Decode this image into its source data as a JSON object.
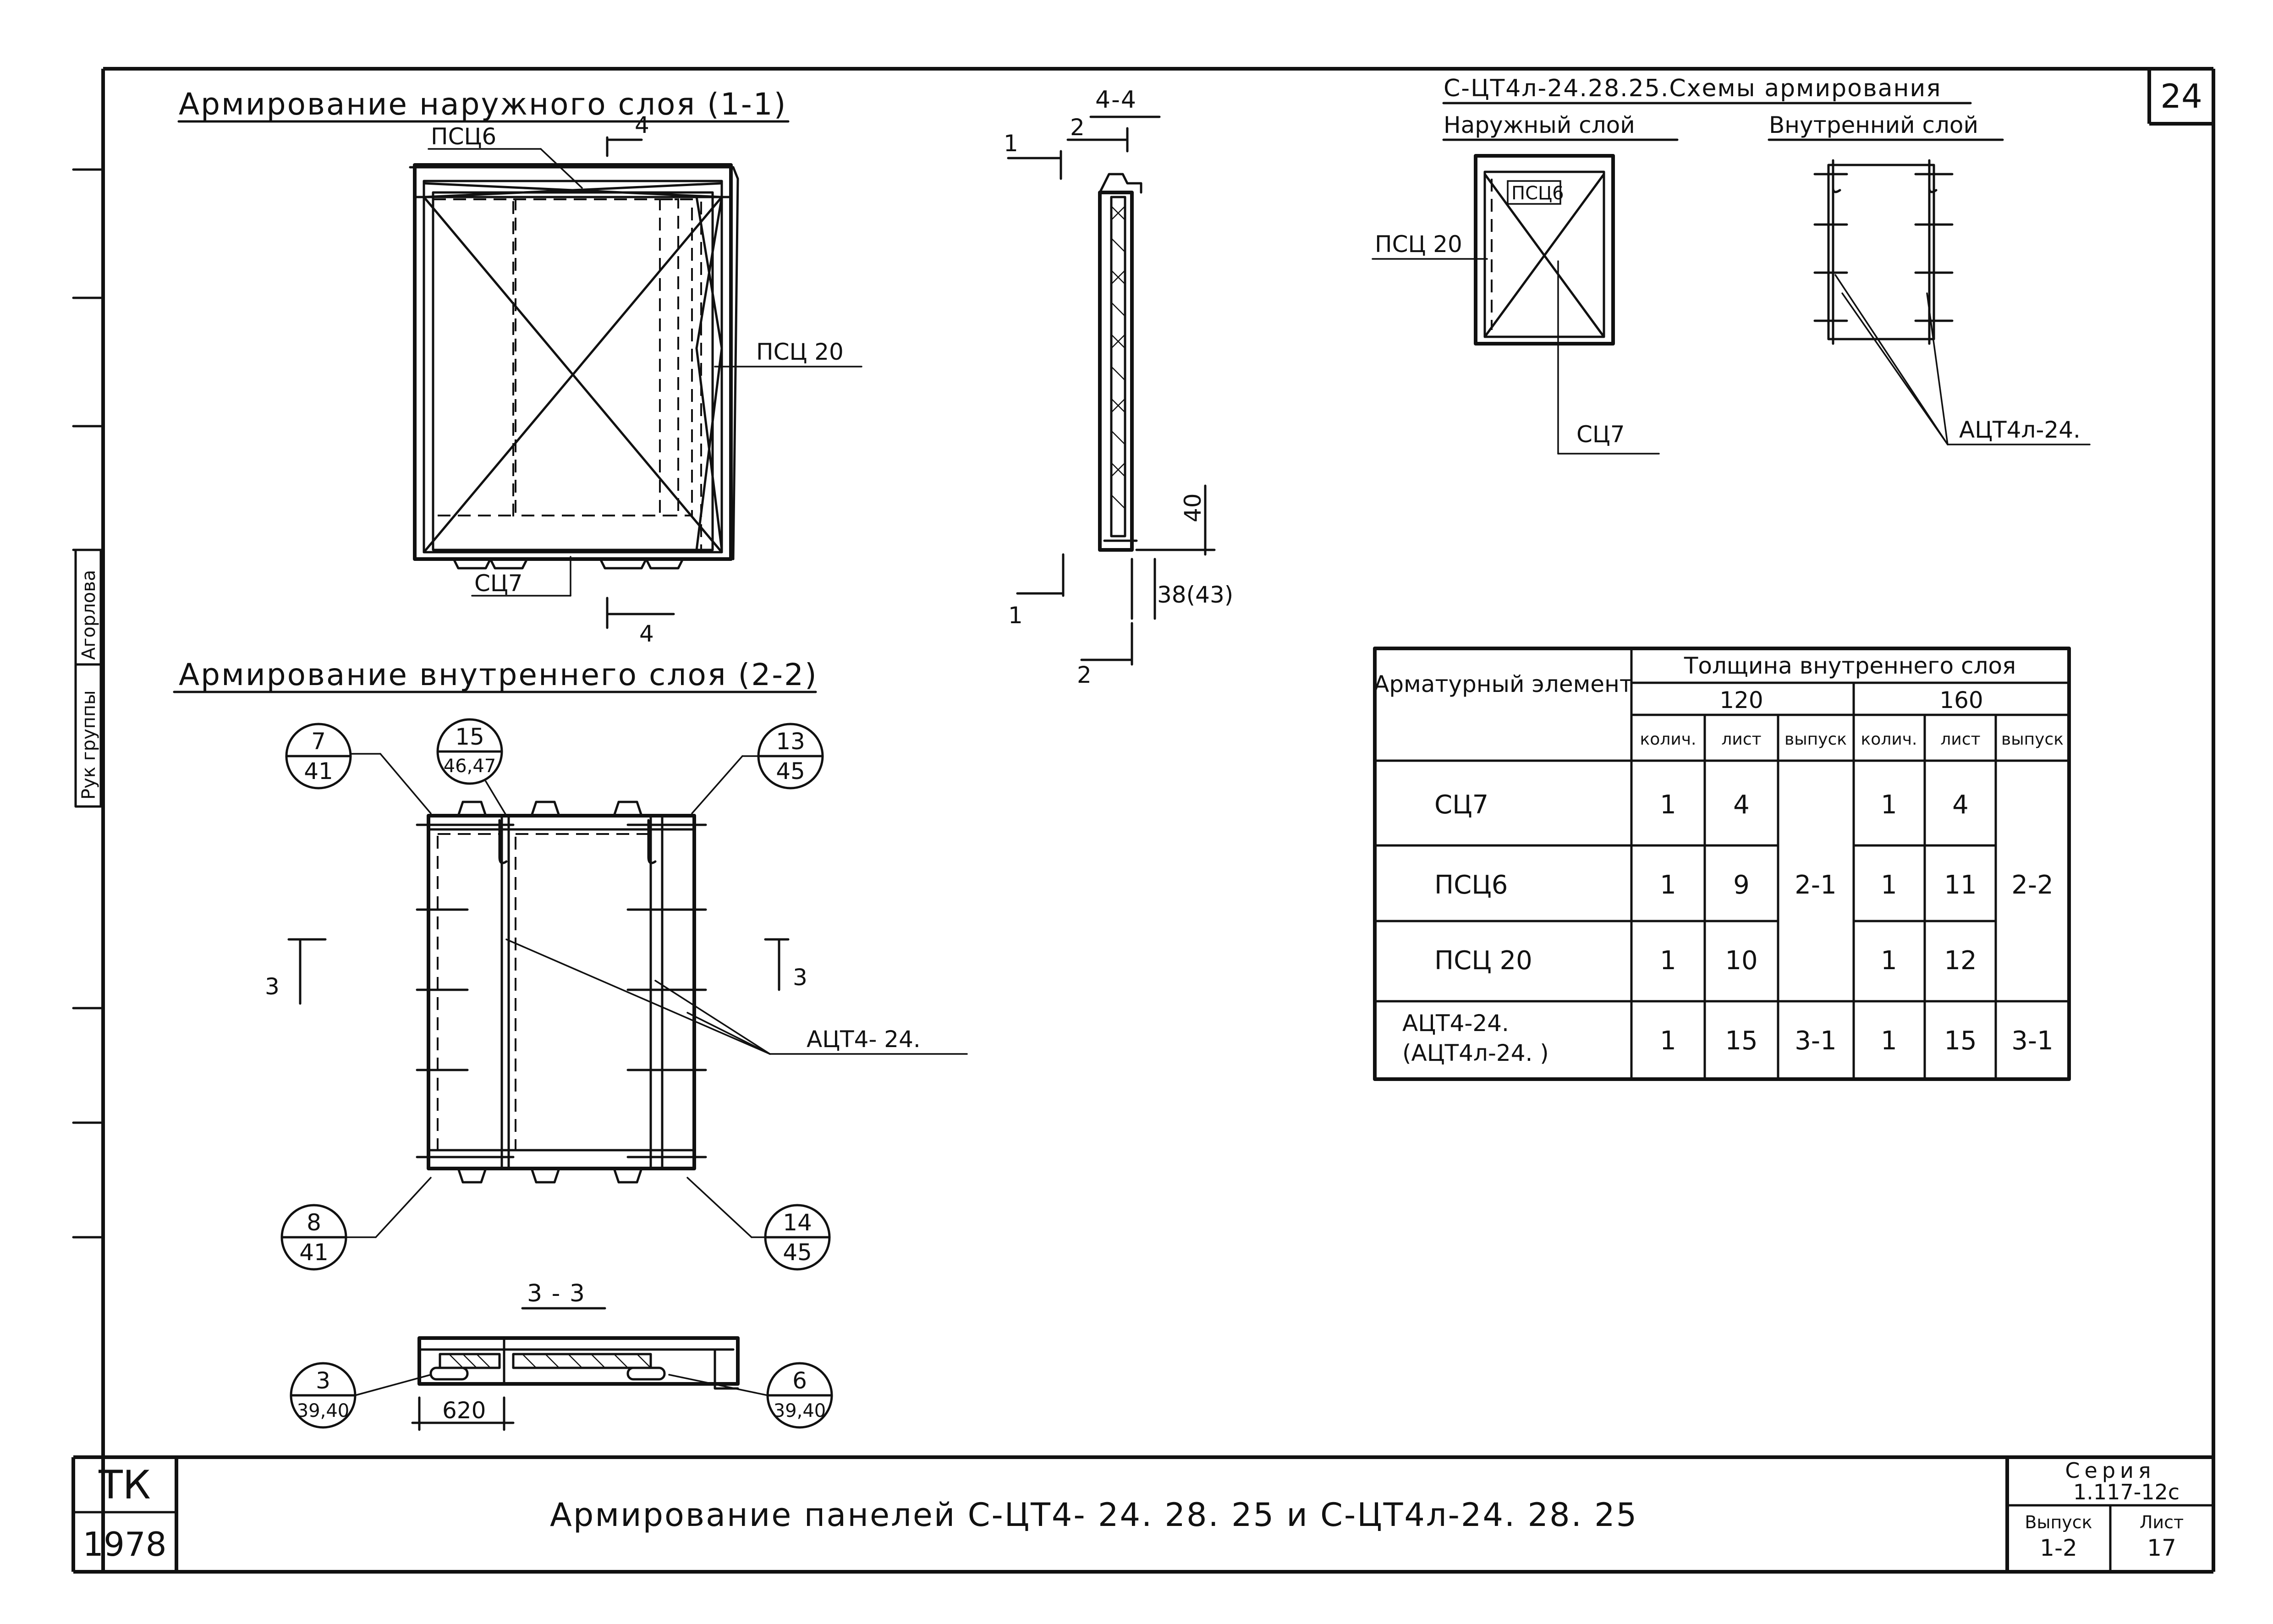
{
  "sheet_number": "24",
  "outer_layer": {
    "title": "Армирование наружного слоя (1-1)",
    "labels": {
      "top_mesh": "ПСЦ6",
      "side_mesh": "ПСЦ 20",
      "bottom_frame": "СЦ7",
      "section_top": "4",
      "section_bottom": "4"
    }
  },
  "inner_layer": {
    "title": "Армирование внутреннего слоя (2-2)",
    "callouts": [
      {
        "top": "7",
        "bottom": "41"
      },
      {
        "top": "15",
        "bottom": "46,47"
      },
      {
        "top": "13",
        "bottom": "45"
      },
      {
        "top": "8",
        "bottom": "41"
      },
      {
        "top": "14",
        "bottom": "45"
      }
    ],
    "frame_label": "АЦТ4- 24.",
    "section_left": "3",
    "section_right": "3"
  },
  "section_44": {
    "title": "4-4",
    "marks": {
      "top_left": "1",
      "top_right": "2",
      "bottom_left": "1",
      "bottom_right": "2"
    },
    "dim_40": "40",
    "dim_thickness": "38(43)"
  },
  "section_33": {
    "title": "3 - 3",
    "callouts": [
      {
        "top": "3",
        "bottom": "39,40"
      },
      {
        "top": "6",
        "bottom": "39,40"
      }
    ],
    "dim": "620"
  },
  "schemes": {
    "title": "С-ЦТ4л-24.28.25.Схемы армирования",
    "outer_label": "Наружный слой",
    "inner_label": "Внутренний слой",
    "outer_tags": {
      "mesh_top": "ПСЦ6",
      "mesh_side": "ПСЦ 20",
      "frame": "СЦ7"
    },
    "inner_tag": "АЦТ4л-24."
  },
  "table": {
    "col_element": "Арматурный элемент",
    "col_group": "Толщина внутреннего слоя",
    "thickness_a": "120",
    "thickness_b": "160",
    "sub_qty": "колич.",
    "sub_sheet": "лист",
    "sub_issue": "выпуск",
    "rows": [
      {
        "element": "СЦ7",
        "qty_a": "1",
        "sheet_a": "4",
        "qty_b": "1",
        "sheet_b": "4"
      },
      {
        "element": "ПСЦ6",
        "qty_a": "1",
        "sheet_a": "9",
        "qty_b": "1",
        "sheet_b": "11"
      },
      {
        "element": "ПСЦ 20",
        "qty_a": "1",
        "sheet_a": "10",
        "qty_b": "1",
        "sheet_b": "12"
      },
      {
        "element": "АЦТ4-24.",
        "element2": "(АЦТ4л-24. )",
        "qty_a": "1",
        "sheet_a": "15",
        "issue_a": "3-1",
        "qty_b": "1",
        "sheet_b": "15",
        "issue_b": "3-1"
      }
    ],
    "issue_merged_a": "2-1",
    "issue_merged_b": "2-2"
  },
  "side_stamp": {
    "role": "Рук группы",
    "name": "Агорлова"
  },
  "title_block": {
    "org": "ТК",
    "year": "1978",
    "title": "Армирование панелей С-ЦТ4- 24. 28. 25 и С-ЦТ4л-24. 28. 25",
    "series_label": "Серия",
    "series_value": "1.117-12с",
    "issue_label": "Выпуск",
    "issue_value": "1-2",
    "sheet_label": "Лист",
    "sheet_value": "17"
  }
}
